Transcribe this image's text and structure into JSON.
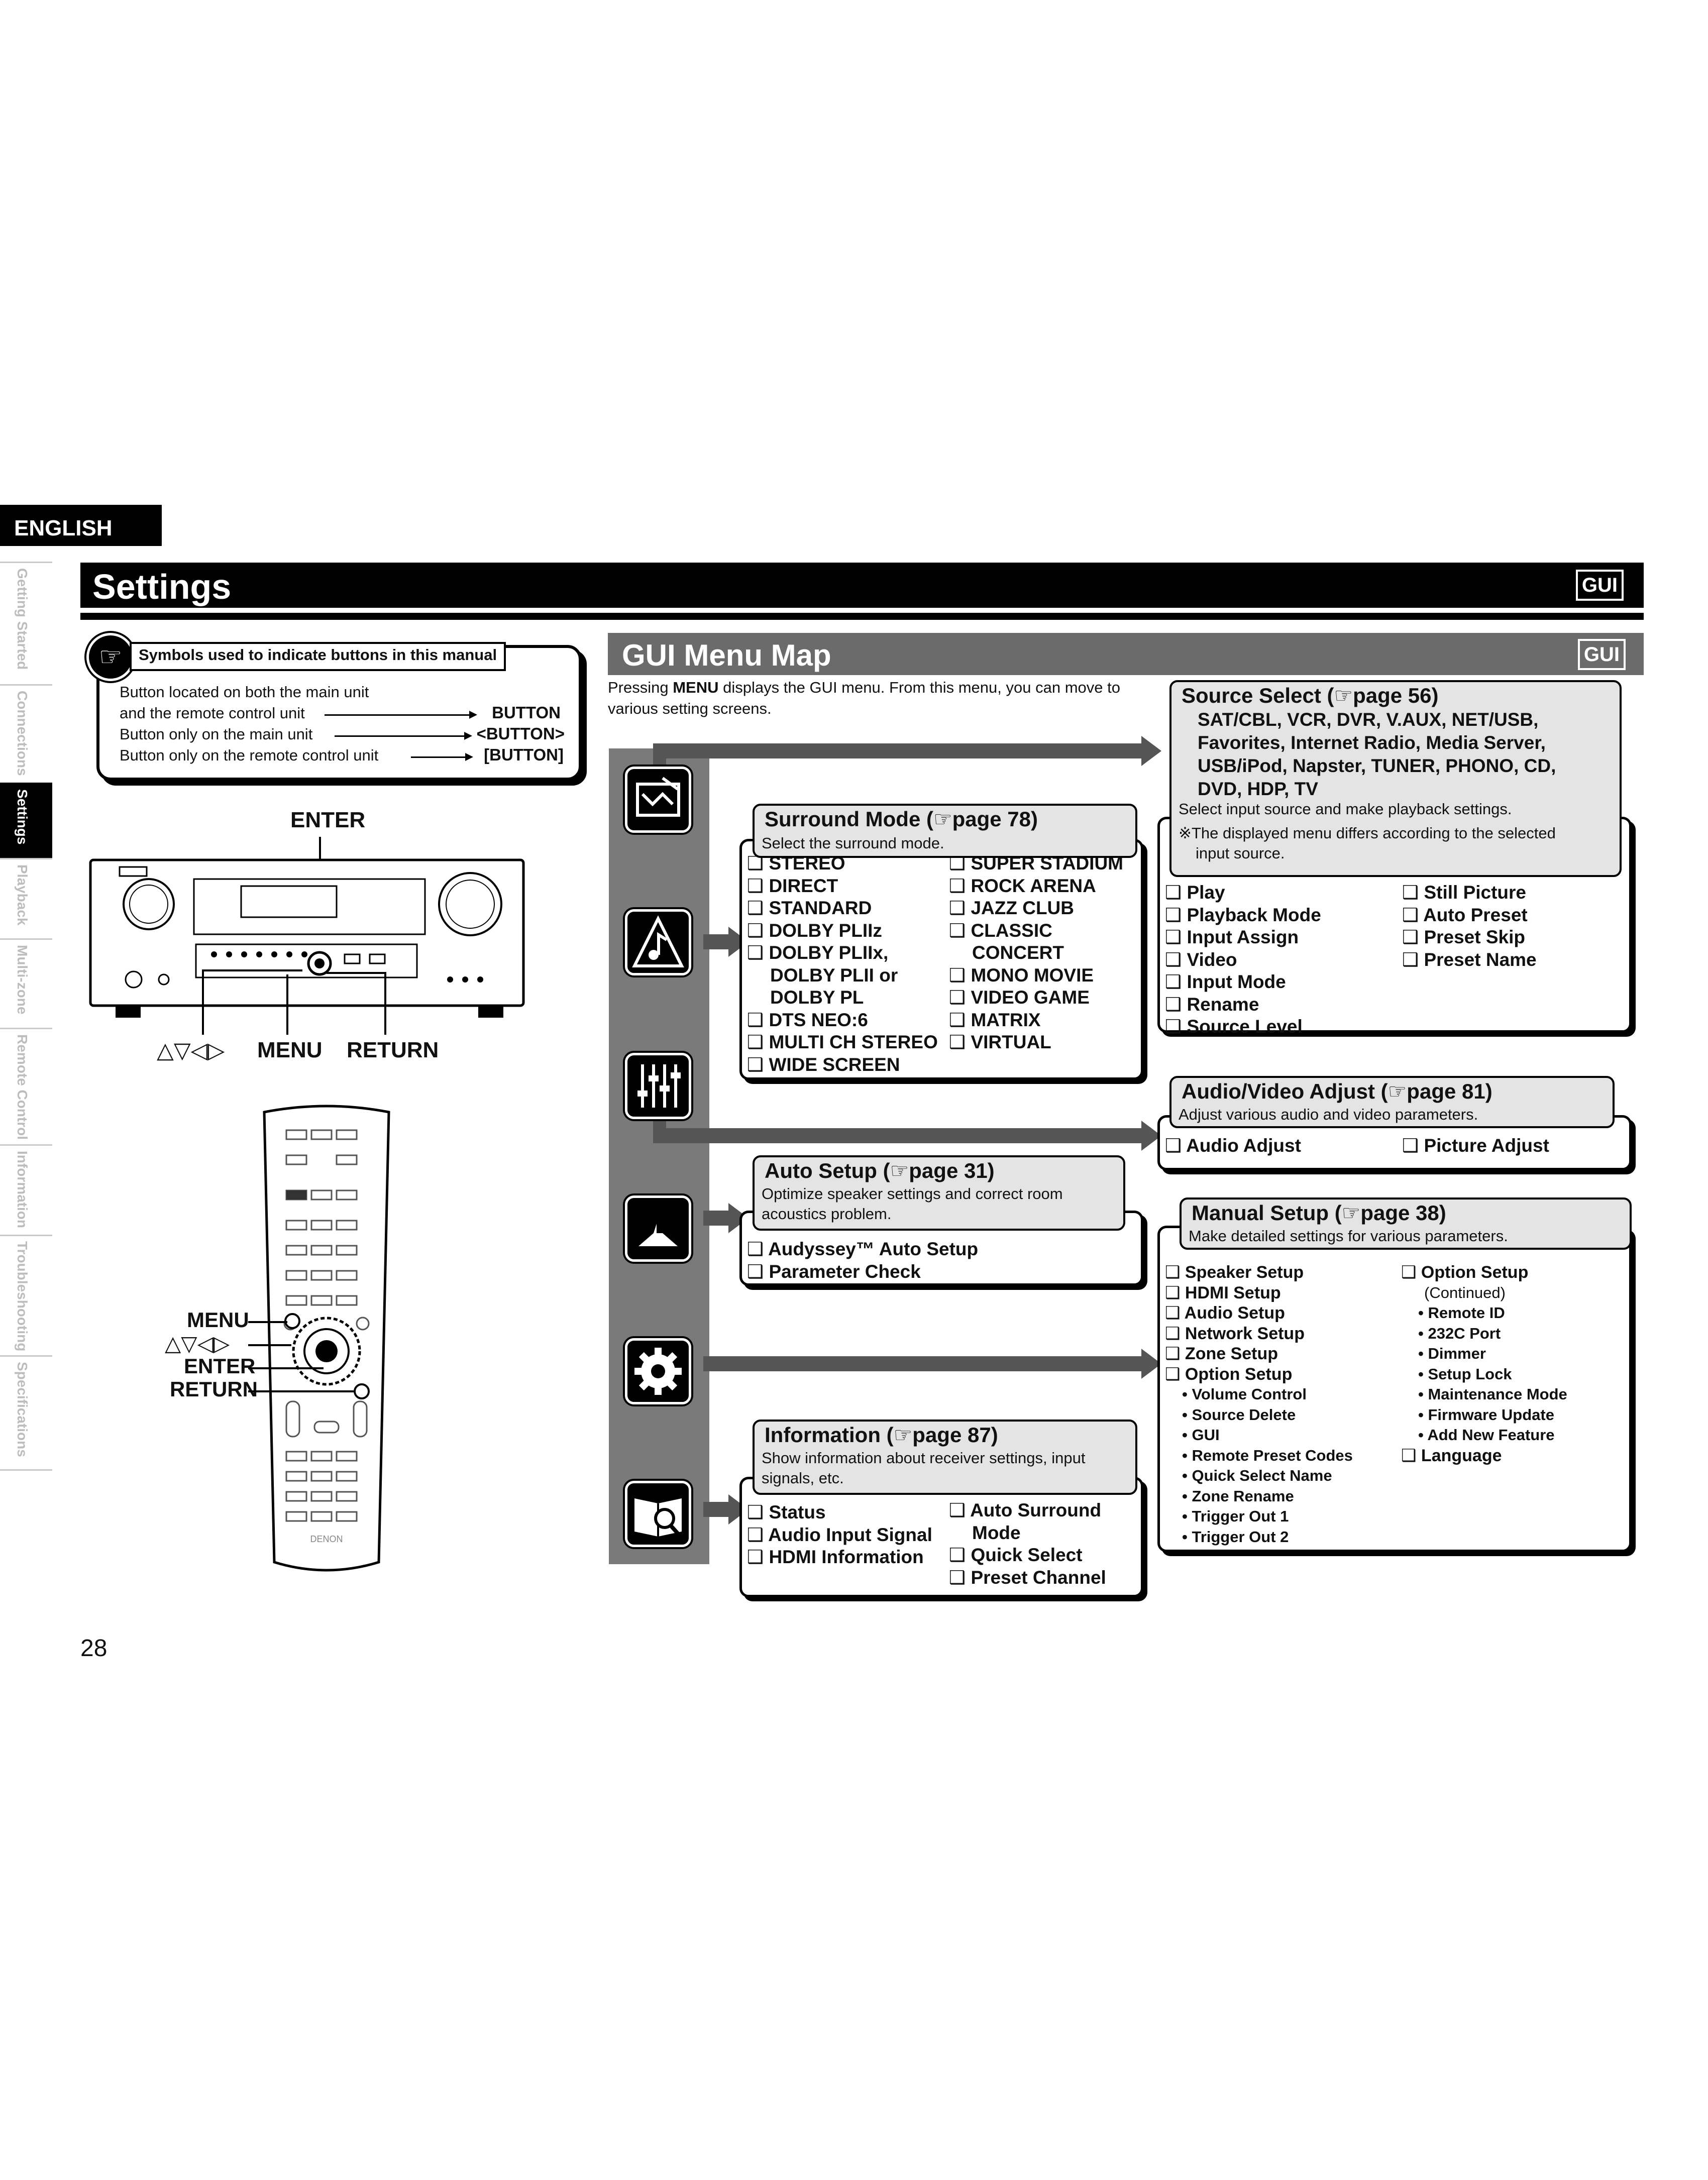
{
  "language_tab": "ENGLISH",
  "side_tabs": [
    "Getting Started",
    "Connections",
    "Settings",
    "Playback",
    "Multi-zone",
    "Remote Control",
    "Information",
    "Troubleshooting",
    "Specifications"
  ],
  "page_title": "Settings",
  "gui_badge": "GUI",
  "symbols_box": {
    "title": "Symbols used to indicate buttons in this manual",
    "row1a": "Button located on both the main unit",
    "row1b": "and the remote control unit",
    "row1_key": "BUTTON",
    "row2": "Button only on the main unit",
    "row2_key": "<BUTTON>",
    "row3": "Button only on the remote control unit",
    "row3_key": "[BUTTON]"
  },
  "main_unit_labels": {
    "enter": "ENTER",
    "cursor": "△▽◁▷",
    "menu": "MENU",
    "return": "RETURN"
  },
  "remote_labels": {
    "menu": "MENU",
    "cursor": "△▽◁▷",
    "enter": "ENTER",
    "return": "RETURN",
    "brand": "DENON"
  },
  "page_number": "28",
  "menu_map": {
    "title": "GUI Menu Map",
    "intro_pre": "Pressing ",
    "intro_key": "MENU",
    "intro_post": " displays the GUI menu. From this menu, you can move to various setting screens.",
    "surround": {
      "title": "Surround Mode (☞page 78)",
      "desc": "Select the surround mode.",
      "left": [
        "❑ STEREO",
        "❑ DIRECT",
        "❑ STANDARD",
        "❑ DOLBY PLIIz",
        "❑ DOLBY PLIIx,",
        "DOLBY PLII or",
        "DOLBY PL",
        "❑ DTS NEO:6",
        "❑ MULTI CH STEREO",
        "❑ WIDE SCREEN"
      ],
      "right": [
        "❑ SUPER STADIUM",
        "❑ ROCK ARENA",
        "❑ JAZZ CLUB",
        "❑ CLASSIC",
        "CONCERT",
        "❑ MONO MOVIE",
        "❑ VIDEO GAME",
        "❑ MATRIX",
        "❑ VIRTUAL"
      ]
    },
    "source": {
      "title": "Source Select (☞page 56)",
      "sources": [
        "SAT/CBL, VCR, DVR, V.AUX, NET/USB,",
        "Favorites, Internet Radio, Media Server,",
        "USB/iPod, Napster, TUNER, PHONO, CD,",
        "DVD, HDP, TV"
      ],
      "desc": "Select input source and make playback settings.",
      "note1": "※The displayed menu differs according to the selected",
      "note2": "input source.",
      "left": [
        "❑ Play",
        "❑ Playback Mode",
        "❑ Input Assign",
        "❑ Video",
        "❑ Input Mode",
        "❑ Rename",
        "❑ Source Level"
      ],
      "right": [
        "❑ Still Picture",
        "❑ Auto Preset",
        "❑ Preset Skip",
        "❑ Preset Name"
      ]
    },
    "av_adjust": {
      "title": "Audio/Video Adjust (☞page 81)",
      "desc": "Adjust various audio and video parameters.",
      "left": "❑ Audio Adjust",
      "right": "❑ Picture Adjust"
    },
    "auto_setup": {
      "title": "Auto Setup (☞page 31)",
      "desc1": "Optimize speaker settings and correct room",
      "desc2": "acoustics problem.",
      "items": [
        "❑ Audyssey™ Auto Setup",
        "❑ Parameter Check"
      ]
    },
    "manual_setup": {
      "title": "Manual Setup (☞page 38)",
      "desc": "Make detailed settings for various parameters.",
      "left": [
        "❑ Speaker Setup",
        "❑ HDMI Setup",
        "❑ Audio Setup",
        "❑ Network Setup",
        "❑ Zone Setup",
        "❑ Option Setup"
      ],
      "left_sub": [
        "• Volume Control",
        "• Source Delete",
        "• GUI",
        "• Remote Preset Codes",
        "• Quick Select Name",
        "• Zone Rename",
        "• Trigger Out 1",
        "• Trigger Out 2"
      ],
      "right_head": "❑ Option Setup",
      "right_cont": "(Continued)",
      "right_sub": [
        "• Remote ID",
        "• 232C Port",
        "• Dimmer",
        "• Setup Lock",
        "• Maintenance Mode",
        "• Firmware Update",
        "• Add New Feature"
      ],
      "right_last": "❑ Language"
    },
    "information": {
      "title": "Information (☞page 87)",
      "desc1": "Show information about receiver settings, input",
      "desc2": "signals, etc.",
      "left": [
        "❑ Status",
        "❑ Audio Input Signal",
        "❑ HDMI Information"
      ],
      "right": [
        "❑ Auto Surround",
        "Mode",
        "❑ Quick Select",
        "❑ Preset Channel"
      ]
    }
  }
}
